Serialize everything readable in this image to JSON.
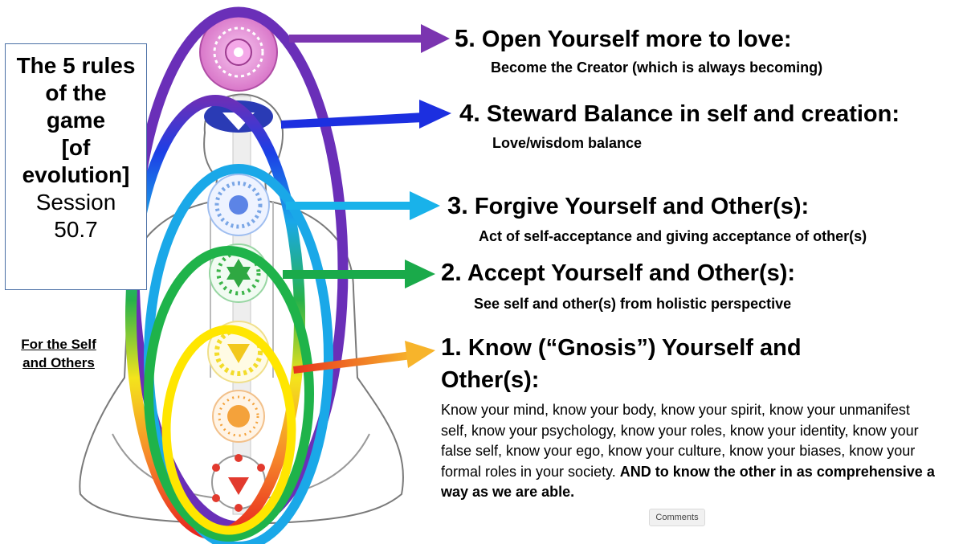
{
  "title_box": {
    "line1": "The 5 rules",
    "line2": "of the",
    "line3": "game",
    "line4": "[of",
    "line5": "evolution]",
    "line6": "Session",
    "line7": "50.7"
  },
  "side_note": {
    "line1": "For the Self",
    "line2": "and Others"
  },
  "rules": [
    {
      "number": "1.",
      "title": "Know (“Gnosis”) Yourself and Other(s):",
      "body_regular": "Know your mind, know your body, know your spirit, know your unmanifest self, know your psychology, know your roles, know your identity, know your false self, know your ego, know your culture, know your biases, know your formal roles in your society. ",
      "body_bold": "AND to know the other in as comprehensive a way as we are able.",
      "color": "#f07a1c"
    },
    {
      "number": "2.",
      "title": "Accept Yourself and Other(s):",
      "subtitle": "See self and other(s) from holistic perspective",
      "color": "#1aaa4a"
    },
    {
      "number": "3.",
      "title": "Forgive Yourself and Other(s):",
      "subtitle": "Act of self-acceptance and giving acceptance of other(s)",
      "color": "#19b2ea"
    },
    {
      "number": "4.",
      "title": "Steward Balance in self and creation:",
      "subtitle": "Love/wisdom balance",
      "color": "#1c2fe0"
    },
    {
      "number": "5.",
      "title": "Open Yourself more to love:",
      "subtitle": "Become the Creator (which is always becoming)",
      "color": "#7b35b0"
    }
  ],
  "chakra_colors": [
    "#e23a2e",
    "#f4a23b",
    "#f3dc2a",
    "#3cb54a",
    "#7aa6e6",
    "#2a3bb5",
    "#e07fd6"
  ],
  "ring_colors": [
    "#ffe600",
    "#1fb34a",
    "#1aa8e8",
    "#1c3fe6",
    "#6a2fb8"
  ],
  "ui": {
    "comments_label": "Comments"
  }
}
